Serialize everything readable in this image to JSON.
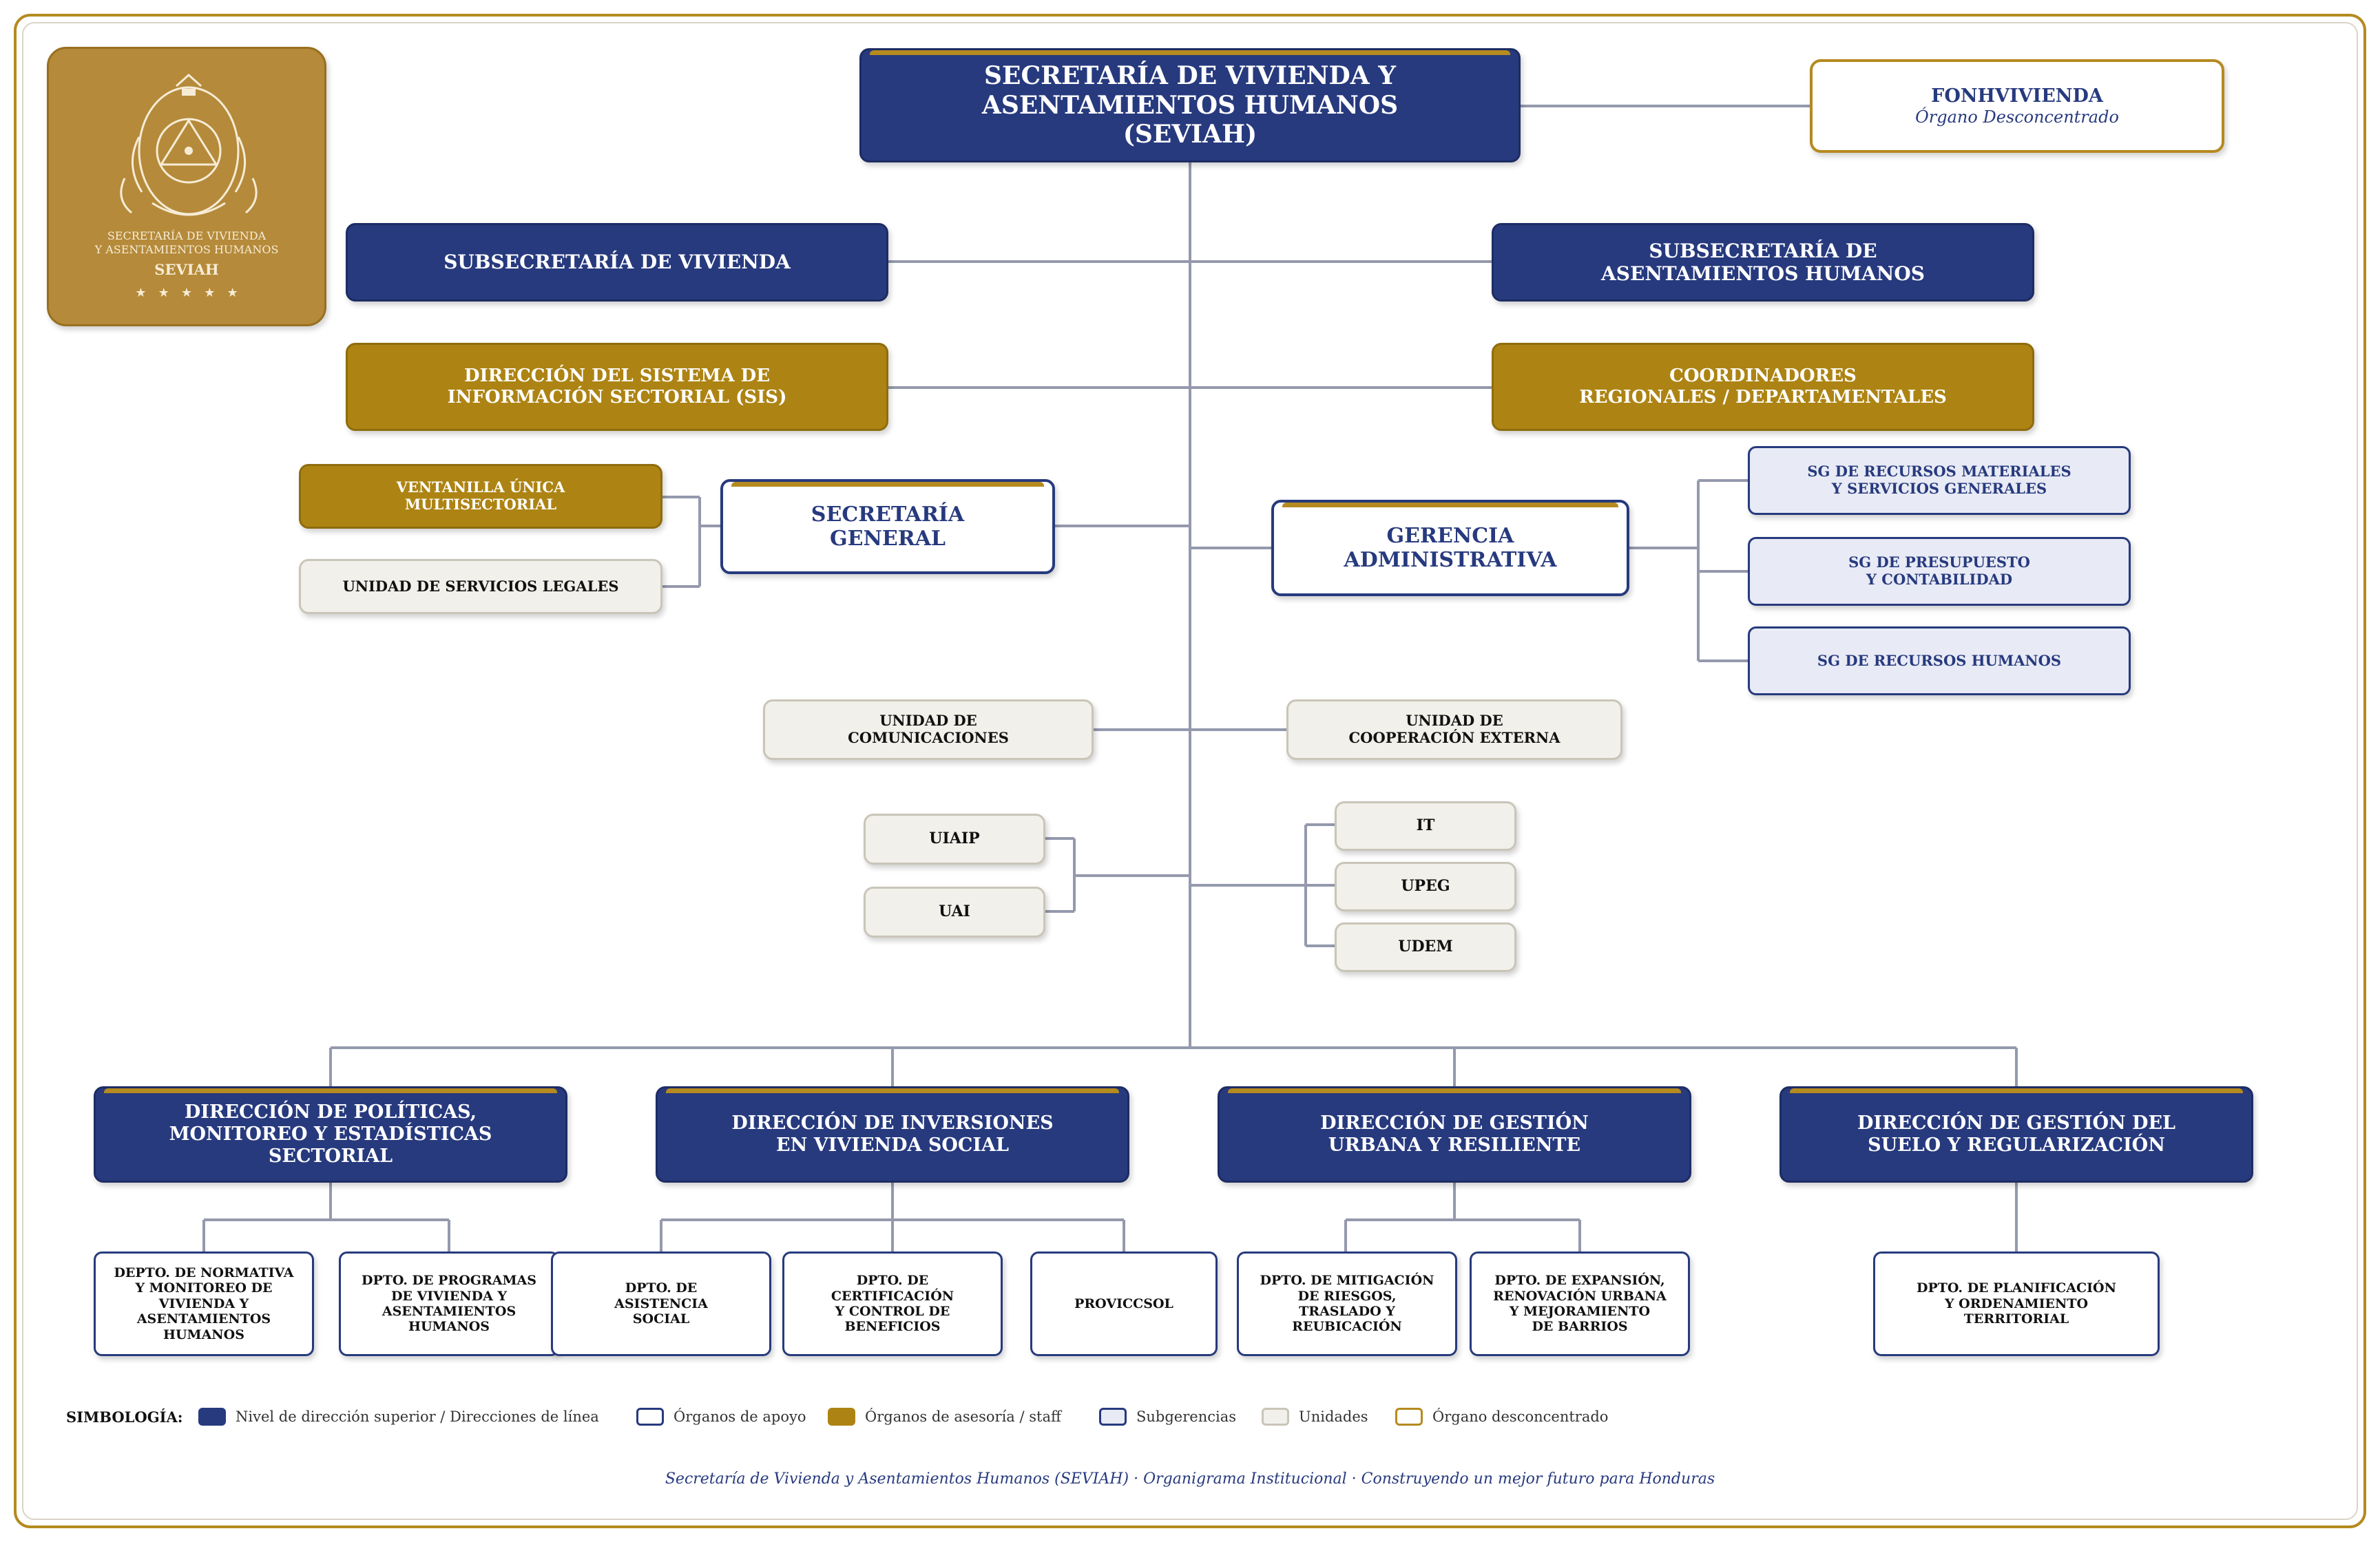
{
  "top": {
    "title": "SECRETARÍA DE VIVIENDA Y\nASENTAMIENTOS HUMANOS\n(SEVIAH)"
  },
  "logo": {
    "line1": "SECRETARÍA DE VIVIENDA",
    "line2": "Y ASENTAMIENTOS HUMANOS",
    "acronym": "SEVIAH",
    "stars": "★   ★   ★   ★   ★"
  },
  "deconcentrated": {
    "name": "FONHVIVIENDA",
    "subtitle": "Órgano Desconcentrado"
  },
  "subsecretarias": {
    "vivienda": "SUBSECRETARÍA DE VIVIENDA",
    "asentamientos": "SUBSECRETARÍA DE\nASENTAMIENTOS HUMANOS"
  },
  "advisory": {
    "sis": "DIRECCIÓN DEL SISTEMA DE\nINFORMACIÓN SECTORIAL (SIS)",
    "coordinadores": "COORDINADORES\nREGIONALES / DEPARTAMENTALES",
    "ventanilla": "VENTANILLA ÚNICA\nMULTISECTORIAL"
  },
  "secretaria_general": {
    "title": "SECRETARÍA\nGENERAL"
  },
  "gerencia": {
    "title": "GERENCIA\nADMINISTRATIVA"
  },
  "subgerencias": [
    "SG DE RECURSOS MATERIALES\nY SERVICIOS GENERALES",
    "SG DE PRESUPUESTO\nY CONTABILIDAD",
    "SG DE RECURSOS HUMANOS"
  ],
  "units": {
    "legales": "UNIDAD DE SERVICIOS LEGALES",
    "comunicaciones": "UNIDAD DE\nCOMUNICACIONES",
    "cooperacion": "UNIDAD DE\nCOOPERACIÓN EXTERNA",
    "uiaip": "UIAIP",
    "uai": "UAI",
    "it": "IT",
    "upeg": "UPEG",
    "udem": "UDEM"
  },
  "directions": [
    "DIRECCIÓN DE POLÍTICAS,\nMONITOREO Y ESTADÍSTICAS\nSECTORIAL",
    "DIRECCIÓN DE INVERSIONES\nEN VIVIENDA SOCIAL",
    "DIRECCIÓN DE GESTIÓN\nURBANA Y RESILIENTE",
    "DIRECCIÓN DE GESTIÓN DEL\nSUELO Y REGULARIZACIÓN"
  ],
  "departments": [
    "DEPTO. DE NORMATIVA\nY MONITOREO DE\nVIVIENDA Y\nASENTAMIENTOS\nHUMANOS",
    "DPTO. DE PROGRAMAS\nDE VIVIENDA Y\nASENTAMIENTOS\nHUMANOS",
    "DPTO. DE\nASISTENCIA\nSOCIAL",
    "DPTO. DE\nCERTIFICACIÓN\nY CONTROL DE\nBENEFICIOS",
    "PROVICCSOL",
    "DPTO. DE MITIGACIÓN\nDE RIESGOS,\nTRASLADO Y\nREUBICACIÓN",
    "DPTO. DE EXPANSIÓN,\nRENOVACIÓN URBANA\nY MEJORAMIENTO\nDE BARRIOS",
    "DPTO. DE PLANIFICACIÓN\nY ORDENAMIENTO\nTERRITORIAL"
  ],
  "legend": {
    "title": "SIMBOLOGÍA:",
    "items": [
      "Nivel de dirección superior / Direcciones de línea",
      "Órganos de apoyo",
      "Órganos de asesoría / staff",
      "Subgerencias",
      "Unidades",
      "Órgano desconcentrado"
    ]
  },
  "footer": "Secretaría de Vivienda y Asentamientos Humanos (SEVIAH) · Organigrama Institucional · Construyendo un mejor futuro para Honduras",
  "colors": {
    "navy": "#273a7e",
    "gold": "#ad8413",
    "frame_gold": "#b58a1f",
    "subgerencia": "#e8eaf5",
    "unit": "#f2f0ea",
    "line": "#9499ad"
  }
}
